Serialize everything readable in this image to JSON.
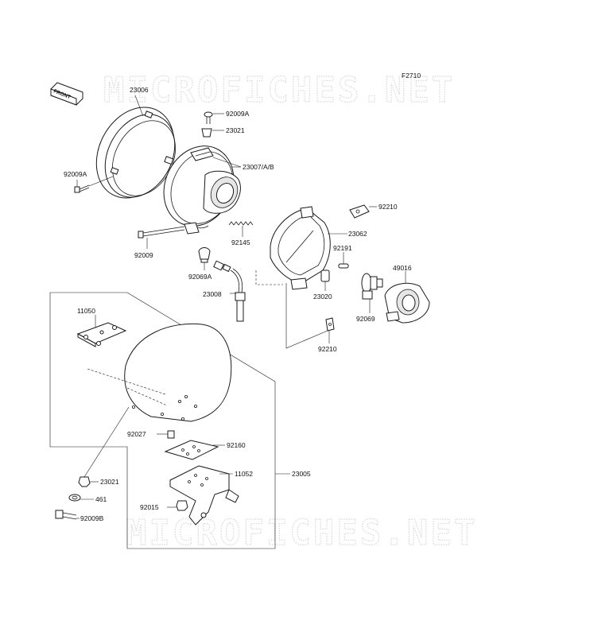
{
  "figure_code": "F2710",
  "front_badge": "FRONT",
  "watermark": "MICROFICHES.NET",
  "parts": [
    {
      "id": "23006",
      "label": "23006"
    },
    {
      "id": "92009A-top",
      "label": "92009A"
    },
    {
      "id": "23021-top",
      "label": "23021"
    },
    {
      "id": "23007",
      "label": "23007/A/B"
    },
    {
      "id": "92009A-left",
      "label": "92009A"
    },
    {
      "id": "92210-top",
      "label": "92210"
    },
    {
      "id": "23062",
      "label": "23062"
    },
    {
      "id": "92145",
      "label": "92145"
    },
    {
      "id": "92009",
      "label": "92009"
    },
    {
      "id": "92191",
      "label": "92191"
    },
    {
      "id": "49016",
      "label": "49016"
    },
    {
      "id": "92069A",
      "label": "92069A"
    },
    {
      "id": "23020",
      "label": "23020"
    },
    {
      "id": "23008",
      "label": "23008"
    },
    {
      "id": "92069",
      "label": "92069"
    },
    {
      "id": "11050",
      "label": "11050"
    },
    {
      "id": "92210-bottom",
      "label": "92210"
    },
    {
      "id": "92027",
      "label": "92027"
    },
    {
      "id": "92160",
      "label": "92160"
    },
    {
      "id": "23005",
      "label": "23005"
    },
    {
      "id": "11052",
      "label": "11052"
    },
    {
      "id": "23021-bottom",
      "label": "23021"
    },
    {
      "id": "461",
      "label": "461"
    },
    {
      "id": "92015",
      "label": "92015"
    },
    {
      "id": "92009B",
      "label": "92009B"
    }
  ]
}
